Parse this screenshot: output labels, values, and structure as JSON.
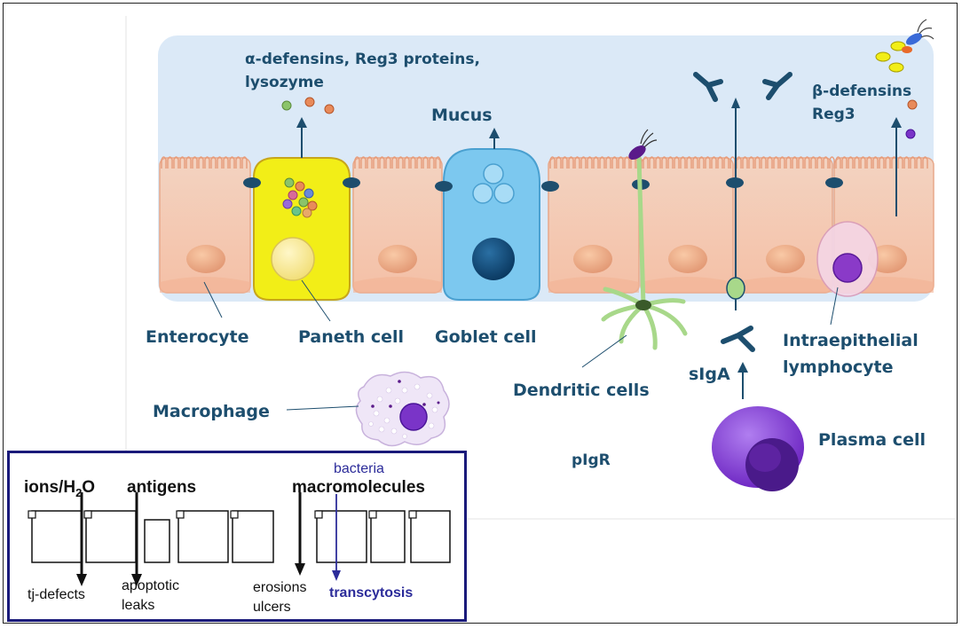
{
  "labels": {
    "defensins_line1": "α-defensins, Reg3 proteins,",
    "defensins_line2": "lysozyme",
    "mucus": "Mucus",
    "beta_defensins": "β-defensins",
    "reg3": "Reg3",
    "enterocyte": "Enterocyte",
    "paneth_cell": "Paneth cell",
    "goblet_cell": "Goblet cell",
    "dendritic_cells": "Dendritic cells",
    "siga": "sIgA",
    "intraepithelial_line1": "Intraepithelial",
    "intraepithelial_line2": "lymphocyte",
    "macrophage": "Macrophage",
    "pigr": "pIgR",
    "plasma_cell": "Plasma cell"
  },
  "inset": {
    "ions": "ions/H",
    "ions_sub": "2",
    "ions_end": "O",
    "antigens": "antigens",
    "macromolecules": "macromolecules",
    "bacteria": "bacteria",
    "tj_defects": "tj-defects",
    "apoptotic": "apoptotic",
    "leaks": "leaks",
    "erosions": "erosions",
    "ulcers": "ulcers",
    "transcytosis": "transcytosis"
  },
  "colors": {
    "lumen": "#dbe9f7",
    "epithelium": "#f6cdb6",
    "label_text": "#1d4e6e",
    "paneth": "#f2ee17",
    "goblet": "#7cc8ef",
    "plasma": "#7a34c8",
    "inset_border": "#1a1a7a",
    "transcytosis": "#2c2c9a"
  }
}
